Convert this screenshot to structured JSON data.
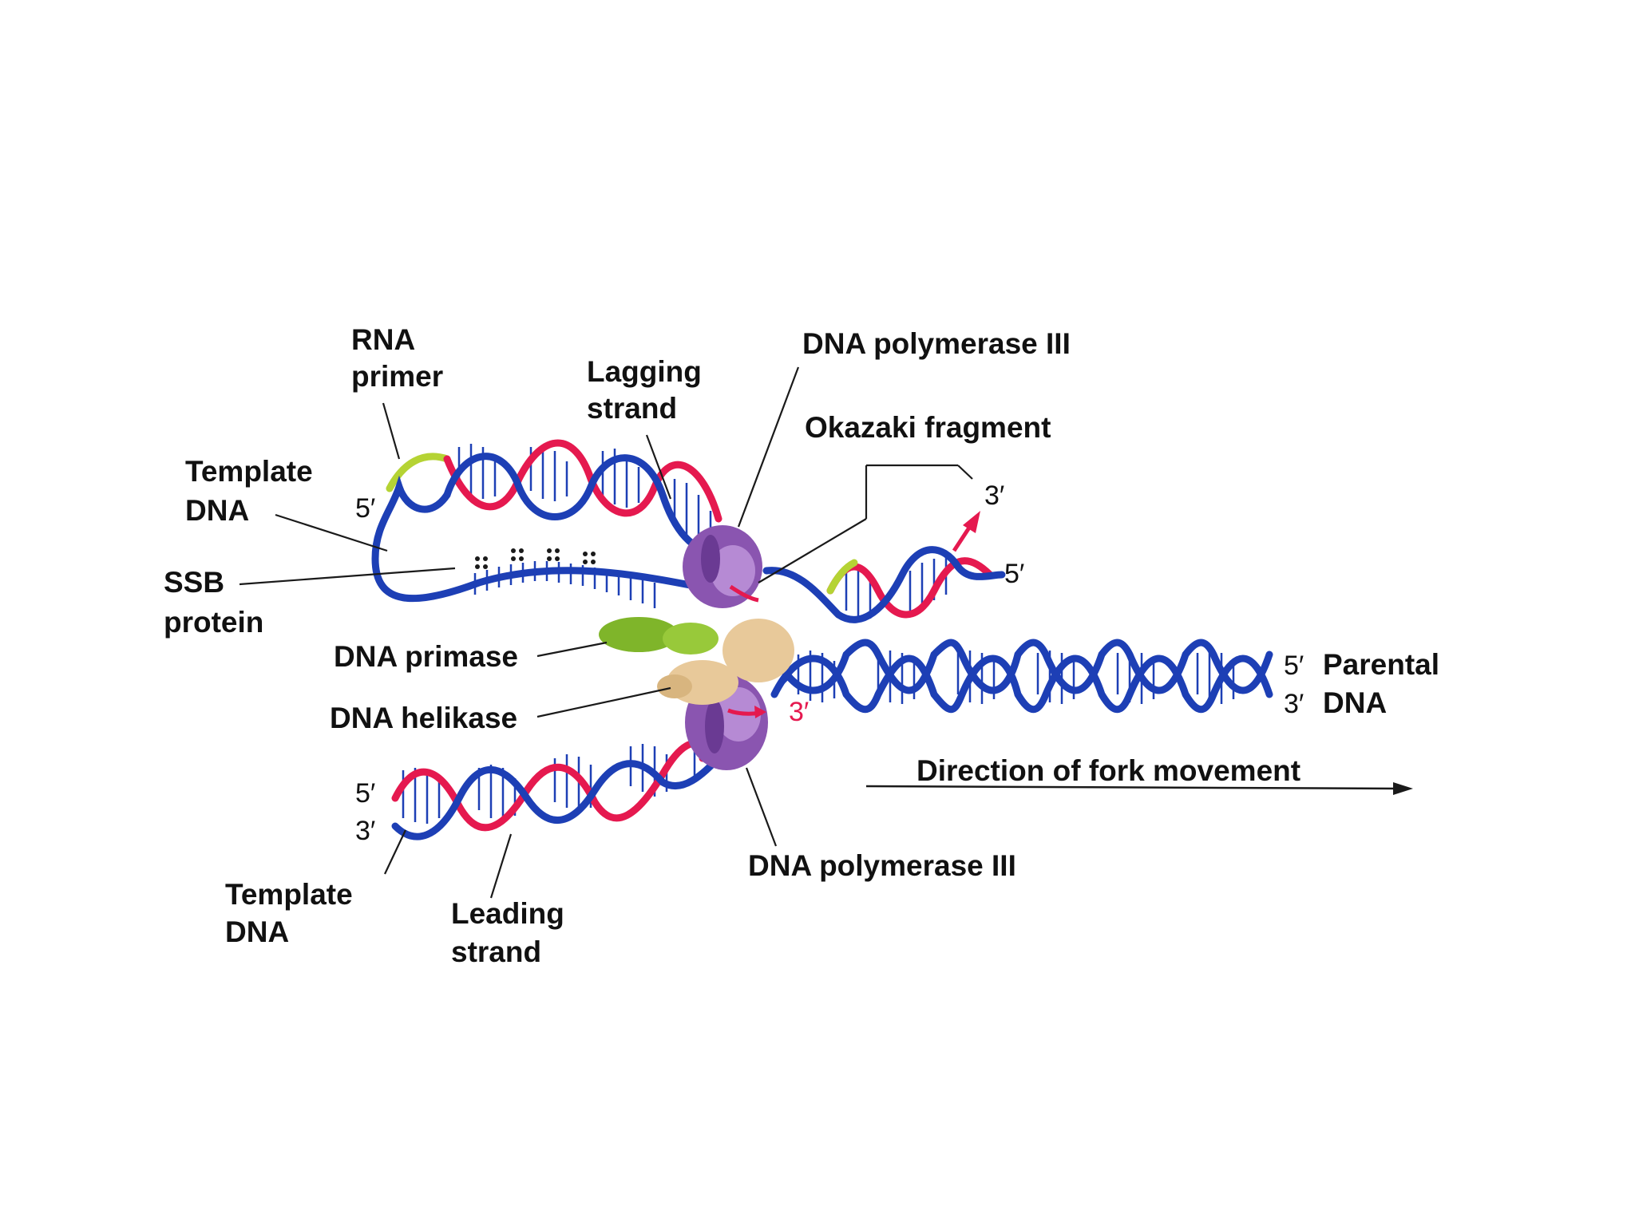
{
  "colors": {
    "template_strand": "#1d3fb5",
    "new_strand": "#e5194f",
    "rna_primer": "#b5d334",
    "polymerase": "#8a55b0",
    "helicase": "#e8c99a",
    "primase": "#7fb52a",
    "label_text": "#111111",
    "red_mark": "#e5194f"
  },
  "labels": {
    "rna_primer_line1": "RNA",
    "rna_primer_line2": "primer",
    "lagging_strand_line1": "Lagging",
    "lagging_strand_line2": "strand",
    "dna_pol_top": "DNA polymerase III",
    "okazaki": "Okazaki fragment",
    "template_top_line1": "Template",
    "template_top_line2": "DNA",
    "ssb_line1": "SSB",
    "ssb_line2": "protein",
    "dna_primase": "DNA primase",
    "dna_helikase": "DNA helikase",
    "parental_line1": "Parental",
    "parental_line2": "DNA",
    "direction": "Direction of fork movement",
    "dna_pol_bottom": "DNA polymerase III",
    "template_bottom_line1": "Template",
    "template_bottom_line2": "DNA",
    "leading_line1": "Leading",
    "leading_line2": "strand"
  },
  "ends": {
    "top_left_5": "5′",
    "okazaki_3": "3′",
    "okazaki_5": "5′",
    "parental_5": "5′",
    "parental_3": "3′",
    "fork_3": "3′",
    "bottom_5": "5′",
    "bottom_3": "3′"
  },
  "icons": [
    "fork-direction-arrow-icon",
    "synthesis-arrow-icon"
  ]
}
